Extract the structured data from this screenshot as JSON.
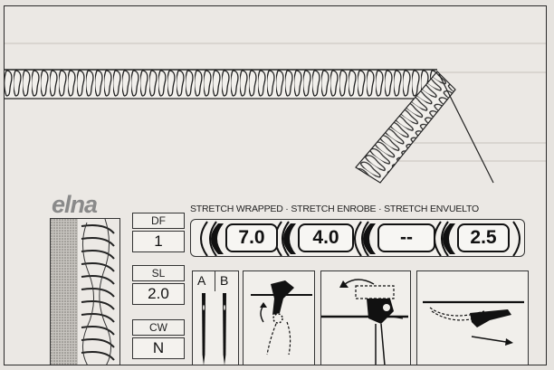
{
  "brand": "elna",
  "stretch_labels": "STRETCH  WRAPPED · STRETCH  ENROBE · STRETCH  ENVUELTO",
  "tension_values": [
    "7.0",
    "4.0",
    "--",
    "2.5"
  ],
  "settings": [
    {
      "label": "DF",
      "value": "1"
    },
    {
      "label": "SL",
      "value": "2.0"
    },
    {
      "label": "CW",
      "value": "N"
    }
  ],
  "needles": {
    "left": "A",
    "right": "B"
  },
  "icons": [
    "presser-foot-lever-icon",
    "cutter-disengage-icon",
    "stitch-finger-icon"
  ]
}
